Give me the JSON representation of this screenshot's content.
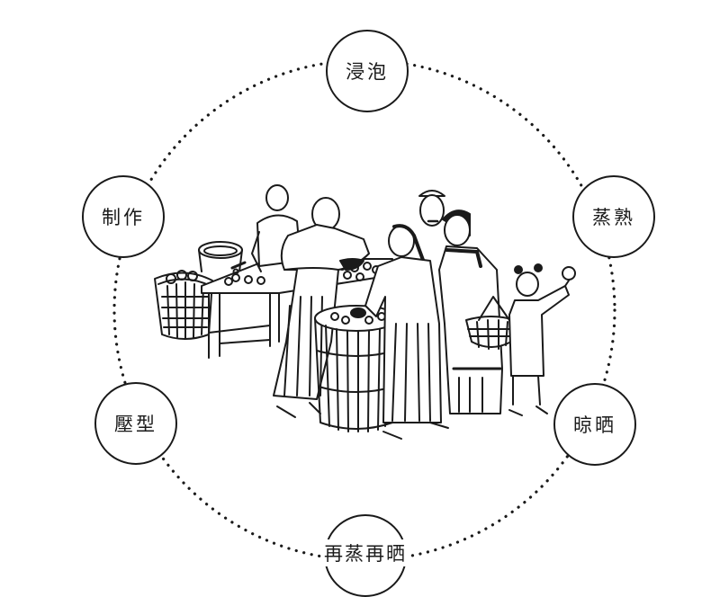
{
  "diagram": {
    "type": "cycle",
    "description": "Six-step process arranged on a dotted circle around a line-art illustration of a market stall scene",
    "center_illustration": {
      "subject": "line-art-market-stall",
      "elements": [
        "vendor-making-food",
        "vendor-at-table",
        "table-with-round-cakes",
        "wicker-basket",
        "tub",
        "wooden-barrel",
        "woman-with-braid",
        "man-with-cap",
        "woman-in-robe",
        "child-holding-cake",
        "hand-basket"
      ]
    },
    "steps": [
      {
        "id": "step-soak",
        "label": "浸泡",
        "position": "top"
      },
      {
        "id": "step-steam",
        "label": "蒸熟",
        "position": "upper-right"
      },
      {
        "id": "step-dry",
        "label": "晾晒",
        "position": "lower-right"
      },
      {
        "id": "step-resteam-redry",
        "label": "再蒸再晒",
        "position": "bottom"
      },
      {
        "id": "step-press",
        "label": "壓型",
        "position": "lower-left"
      },
      {
        "id": "step-make",
        "label": "制作",
        "position": "upper-left"
      }
    ],
    "colors": {
      "line": "#1a1a1a",
      "background": "#ffffff"
    }
  }
}
